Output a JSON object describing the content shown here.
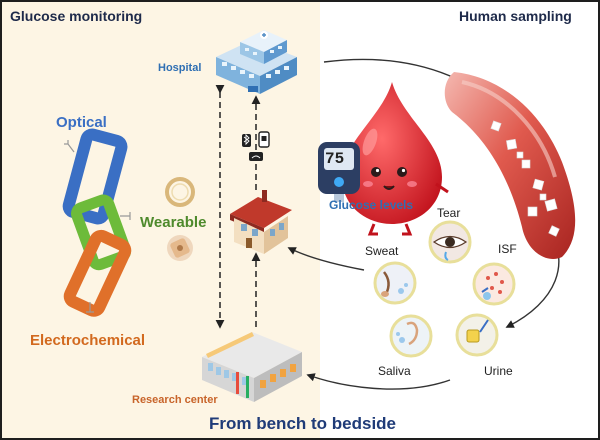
{
  "headers": {
    "left": "Glucose monitoring",
    "right": "Human sampling"
  },
  "footer": "From bench to bedside",
  "places": {
    "hospital": "Hospital",
    "research_center": "Research center"
  },
  "methods": {
    "optical": "Optical",
    "wearable": "Wearable",
    "electrochemical": "Electrochemical"
  },
  "meter_reading": "75",
  "glucose_levels": "Glucose levels",
  "biofluids": {
    "tear": "Tear",
    "isf": "ISF",
    "sweat": "Sweat",
    "saliva": "Saliva",
    "urine": "Urine"
  },
  "colors": {
    "left_background": "#fdf5e4",
    "optical": "#3a6fc4",
    "wearable": "#4e8a2c",
    "electrochemical": "#d2691e",
    "hospital": "#2f6fb3",
    "research_center": "#c8642a",
    "footer": "#1f3b78",
    "blood_drop": "#d7242c",
    "vessel": "#c9362f",
    "glucose_levels": "#2f6fb3"
  },
  "icons": [
    "hospital-icon",
    "house-icon",
    "research-center-icon",
    "blood-drop-icon",
    "glucometer-icon",
    "blood-vessel-icon",
    "eye-icon",
    "sweat-gland-icon",
    "saliva-icon",
    "urine-icon",
    "isf-icon",
    "watch-band-icon",
    "bandage-patch-icon",
    "bluetooth-icon",
    "smartphone-icon",
    "wifi-icon",
    "chain-links-icon"
  ]
}
